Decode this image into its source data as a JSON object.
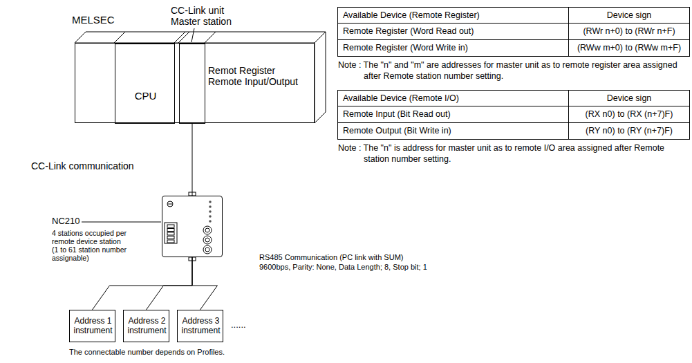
{
  "diagram": {
    "nodes": [
      {
        "text": [
          "MELSEC"
        ]
      },
      {
        "text": [
          "CPU"
        ],
        "in": 0
      },
      {
        "text": [
          "CC-Link unit Master station",
          "Remot Register Remote Input/Output"
        ],
        "in": 0
      },
      {
        "text": [
          "NC210",
          "4 stations occupied per remote device station (1 to 61 station number assignable)"
        ]
      },
      {
        "text": [
          "Address 1 instrument"
        ]
      },
      {
        "text": [
          "Address 2 instrument"
        ]
      },
      {
        "text": [
          "Address 3 instrument"
        ]
      }
    ],
    "edges": [
      {
        "from": 2,
        "to": 3,
        "arrow": "none",
        "label": "CC-Link communication"
      },
      {
        "from": 3,
        "to": 4,
        "arrow": "none"
      },
      {
        "from": 3,
        "to": 5,
        "arrow": "none"
      },
      {
        "from": 3,
        "to": 6,
        "arrow": "none"
      }
    ],
    "labels": [
      "RS485 Communication (PC link with SUM)",
      "9600bps, Parity: None, Data Length; 8, Stop bit; 1",
      "......",
      "The connectable number depends on Profiles.",
      "Available Device (Remote Register)",
      "Device sign",
      "Remote Register (Word Read out)",
      "(RWr n+0) to (RWr n+F)",
      "Remote Register (Word Write in)",
      "(RWw m+0) to (RWw m+F)",
      "Note : The \"n\" and \"m\" are addresses for master unit as to remote register area assigned after Remote station number setting.",
      "Available Device (Remote I/O)",
      "Device sign",
      "Remote Input (Bit Read out)",
      "(RX n0) to (RX (n+7)F)",
      "Remote Output (Bit Write in)",
      "(RY n0) to (RY (n+7)F)",
      "Note : The \"n\" is address for master unit as to remote I/O area assigned after Remote station number setting."
    ]
  }
}
